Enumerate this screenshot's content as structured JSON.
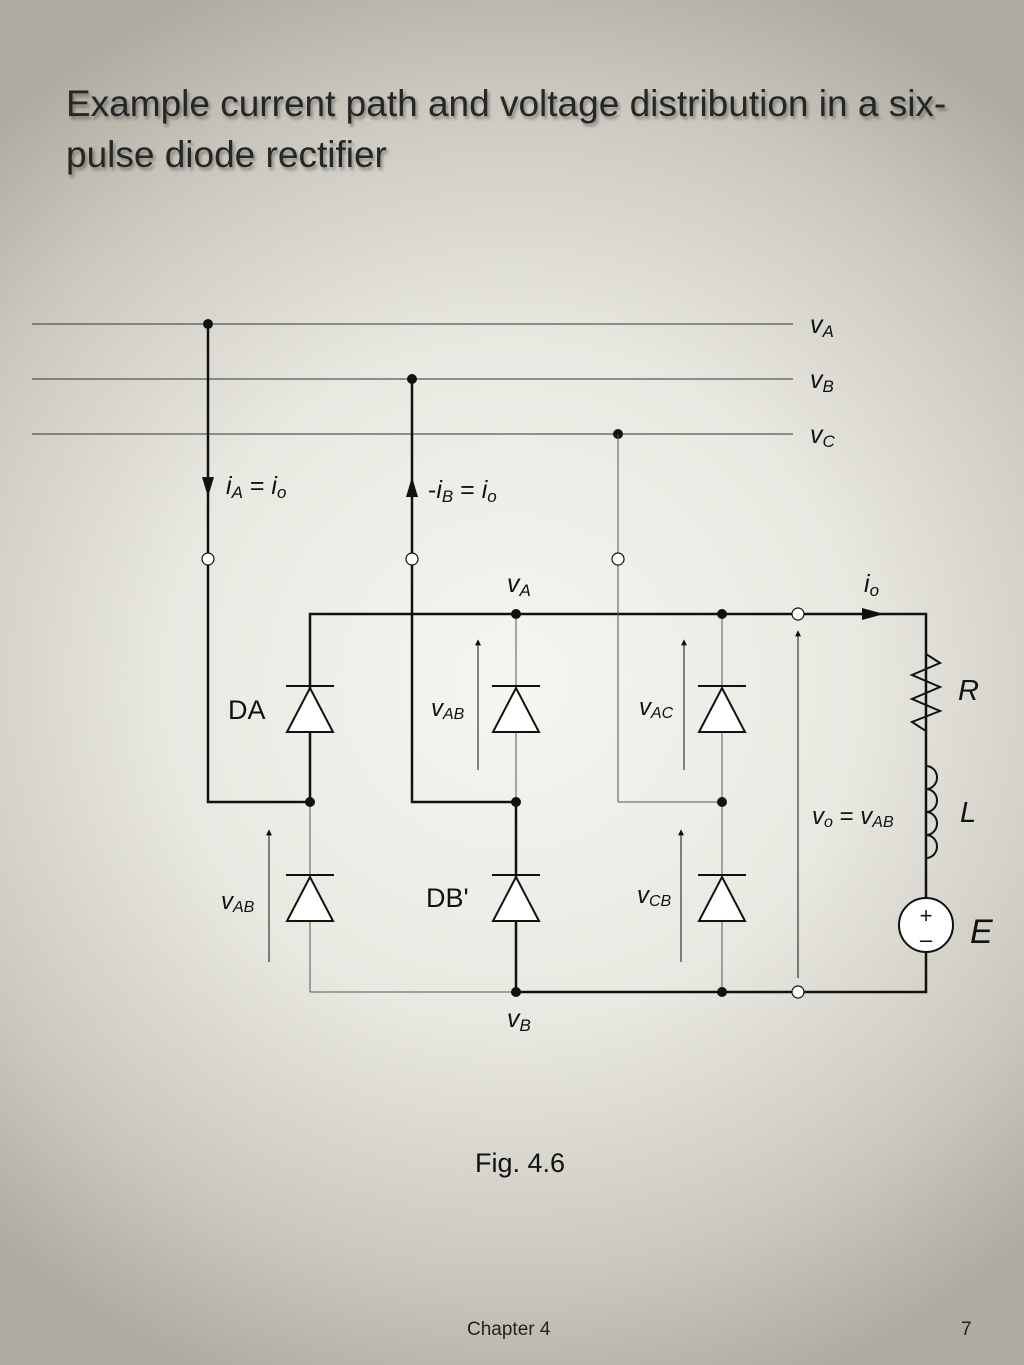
{
  "title": "Example current path and voltage distribution in a six-pulse diode rectifier",
  "circuit": {
    "supply_lines": [
      {
        "sym": "v",
        "sub": "A"
      },
      {
        "sym": "v",
        "sub": "B"
      },
      {
        "sym": "v",
        "sub": "C"
      }
    ],
    "current_labels": {
      "ia": {
        "sym": "i",
        "sub": "A",
        "eq": " = ",
        "sym2": "i",
        "sub2": "o"
      },
      "ib": {
        "pre": "-",
        "sym": "i",
        "sub": "B",
        "eq": " = ",
        "sym2": "i",
        "sub2": "o"
      }
    },
    "bus_labels": {
      "top": {
        "sym": "v",
        "sub": "A"
      },
      "bottom": {
        "sym": "v",
        "sub": "B"
      }
    },
    "output_current": {
      "sym": "i",
      "sub": "o"
    },
    "diode_labels": {
      "da": "DA",
      "db_prime": "DB'"
    },
    "voltage_labels": {
      "top_middle": {
        "sym": "v",
        "sub": "AB"
      },
      "top_right": {
        "sym": "v",
        "sub": "AC"
      },
      "bottom_left": {
        "sym": "v",
        "sub": "AB"
      },
      "bottom_right": {
        "sym": "v",
        "sub": "CB"
      }
    },
    "output_voltage": {
      "sym": "v",
      "sub": "o",
      "eq": " = ",
      "sym2": "v",
      "sub2": "AB"
    },
    "load": {
      "r": "R",
      "l": "L",
      "e": "E",
      "plus": "+",
      "minus": "–"
    }
  },
  "caption": "Fig. 4.6",
  "footer": {
    "chapter": "Chapter 4",
    "page": "7"
  }
}
